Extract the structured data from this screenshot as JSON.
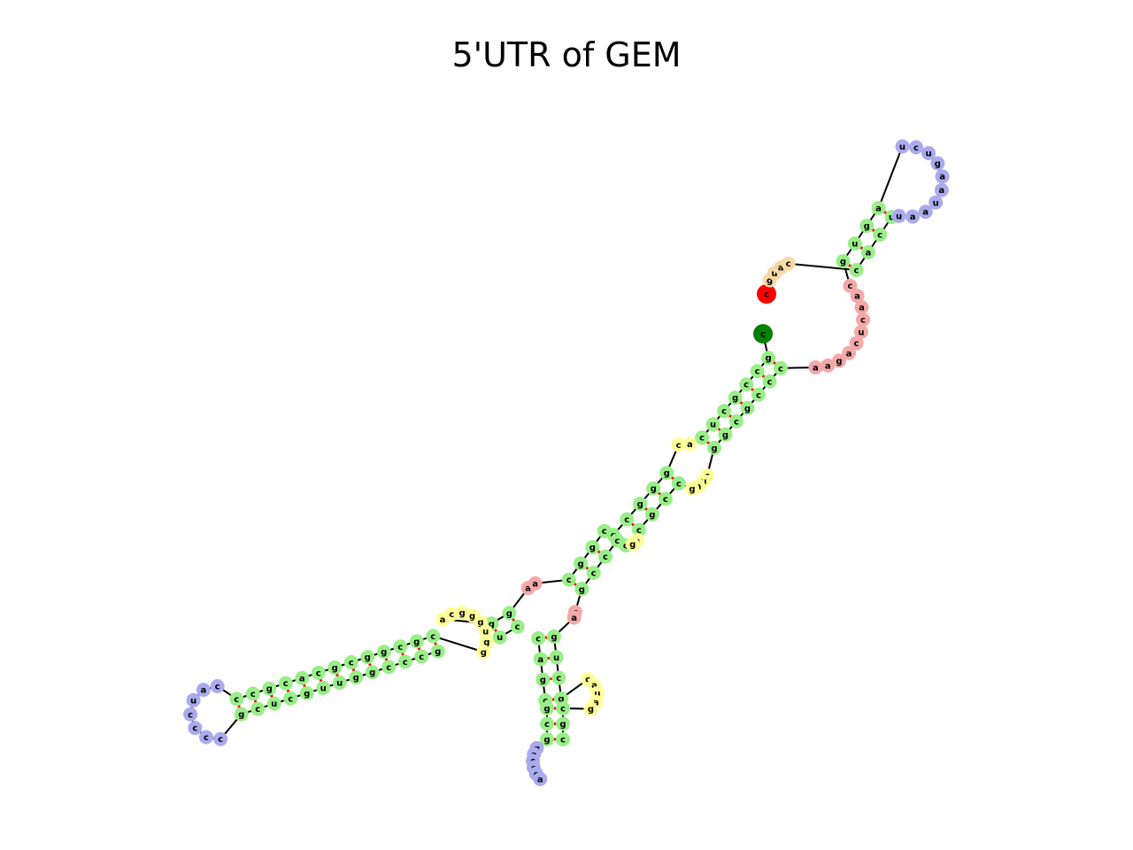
{
  "title": "5'UTR of GEM",
  "colors": {
    "stem": "#99ee88",
    "hairpin_loop": "#aaaaee",
    "interior_loop": "#ffff99",
    "multiloop": "#f4a8a8",
    "five_prime_unpaired": "#f7d8a8",
    "start_node": "#008000",
    "end_node": "#ff0000",
    "pair_line": "#ff0000",
    "backbone": "#000000"
  },
  "structure": {
    "start": {
      "label": "c",
      "type": "start"
    },
    "end": {
      "label": "c",
      "type": "end"
    },
    "strand_a": [
      "g",
      "c",
      "c",
      "c",
      "c",
      "g",
      "g",
      "c",
      "c",
      "u",
      "g",
      "c",
      "g",
      "c",
      "g",
      "c",
      "c",
      "g",
      "g",
      "a",
      "a",
      "c",
      "c",
      "g",
      "u",
      "c",
      "c",
      "c",
      "g",
      "g",
      "g",
      "g",
      "c",
      "c",
      "g",
      "u",
      "c",
      "c",
      "c",
      "g",
      "g",
      "a",
      "g",
      "c",
      "c",
      "c",
      "c",
      "c",
      "c",
      "a",
      "a",
      "c",
      "c",
      "c",
      "a",
      "c",
      "c",
      "g",
      "a",
      "g",
      "c",
      "c",
      "a",
      "c",
      "g",
      "g",
      "c",
      "a",
      "g"
    ],
    "hairpins": [
      {
        "name": "top",
        "bases": [
          "u",
          "a",
          "a",
          "u",
          "a",
          "a",
          "g",
          "u",
          "c",
          "u"
        ]
      },
      {
        "name": "left",
        "bases": [
          "c",
          "a",
          "u",
          "c",
          "c",
          "c",
          "c"
        ]
      },
      {
        "name": "bottom",
        "bases": [
          "g",
          "a",
          "c",
          "c",
          "c",
          "a"
        ]
      }
    ],
    "multiloop_bases": [
      "c",
      "a",
      "a",
      "c",
      "u",
      "c",
      "a",
      "g",
      "a",
      "a"
    ],
    "interior_loop_bases": [
      "c",
      "c",
      "u",
      "a",
      "g",
      "a",
      "g",
      "g",
      "c",
      "a",
      "u",
      "a",
      "g",
      "g",
      "u"
    ],
    "five_prime_bases": [
      "g",
      "u",
      "a",
      "c"
    ]
  }
}
